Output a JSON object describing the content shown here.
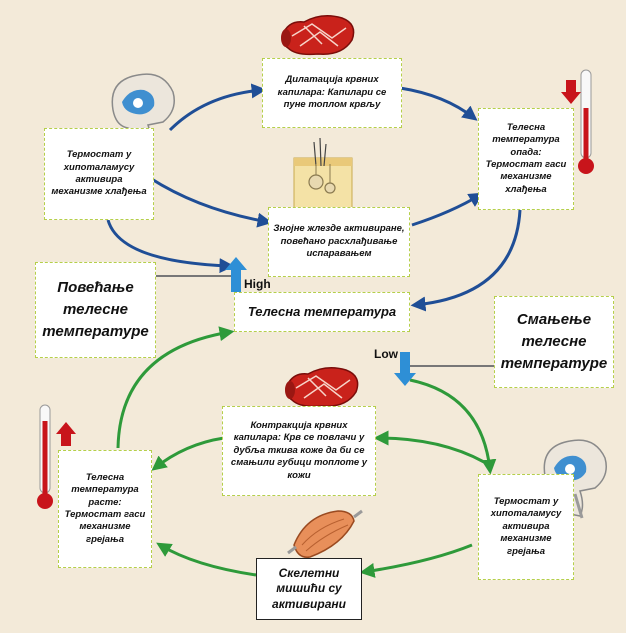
{
  "cooling": {
    "thermostat": "Термостат у хипоталамусу активира механизме хлађења",
    "dilation": "Дилатација крвних капилара: Капилари се пуне топлом крвљу",
    "sweat": "Знојне жлезде активиране, повећано расхлађивање испаравањем",
    "temp_drops": "Телесна температура опада: Термостат гаси механизме хлађења"
  },
  "center": {
    "body_temp": "Телесна температура",
    "increase": "Повећање телесне температуре",
    "decrease": "Смањење телесне температуре",
    "high": "High",
    "low": "Low"
  },
  "warming": {
    "thermostat": "Термостат у хипоталамусу активира механизме грејања",
    "contraction": "Контракција крвних капилара: Крв се повлачи у дубља ткива коже да би се смањили губици топлоте у кожи",
    "temp_rises": "Телесна температура расте: Термостат гаси механизме грејања",
    "muscles": "Скелетни мишићи су активирани"
  },
  "colors": {
    "background": "#f3ead9",
    "cooling_arrow": "#1f4e96",
    "warming_arrow": "#2e9a3a",
    "box_border": "#b5cf4a",
    "thermo_red": "#c8141b",
    "marker_blue": "#2e8fd6"
  },
  "icons": {
    "brain_top": "brain-icon",
    "brain_bottom": "brain-icon",
    "vessel_top": "blood-vessel-icon",
    "vessel_bottom": "blood-vessel-icon",
    "skin": "sweat-gland-skin-icon",
    "muscle": "muscle-icon",
    "thermo_top": "thermometer-icon",
    "thermo_bottom": "thermometer-icon",
    "arrow_down": "red-arrow-down-icon",
    "arrow_up": "red-arrow-up-icon",
    "high_marker": "blue-up-arrow-icon",
    "low_marker": "blue-down-arrow-icon"
  }
}
